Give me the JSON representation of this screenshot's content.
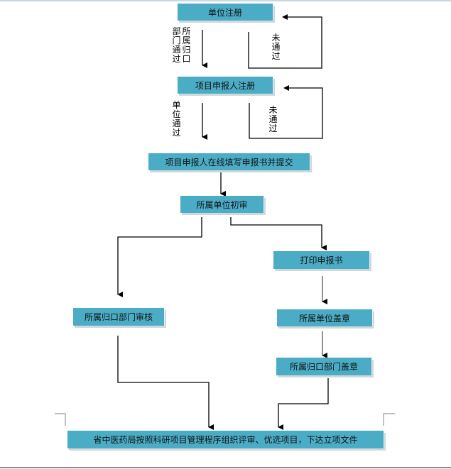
{
  "flow": {
    "steps": {
      "unit_register": "单位注册",
      "applicant_register": "项目申报人注册",
      "fill_submit": "项目申报人在线填写申报书并提交",
      "unit_initial_review": "所属单位初审",
      "print_application": "打印申报书",
      "dept_review": "所属归口部门审核",
      "unit_stamp": "所属单位盖章",
      "dept_stamp": "所属归口部门盖章",
      "final": "省中医药局按照科研项目管理程序组织评审、优选项目，下达立项文件"
    },
    "labels": {
      "dept_pass_col1": "所属归口",
      "dept_pass_col2": "部门通过",
      "unit_pass": "单位通过",
      "not_pass_1": "未通过",
      "not_pass_2": "未通过"
    }
  },
  "colors": {
    "box": "#4bacc6"
  }
}
